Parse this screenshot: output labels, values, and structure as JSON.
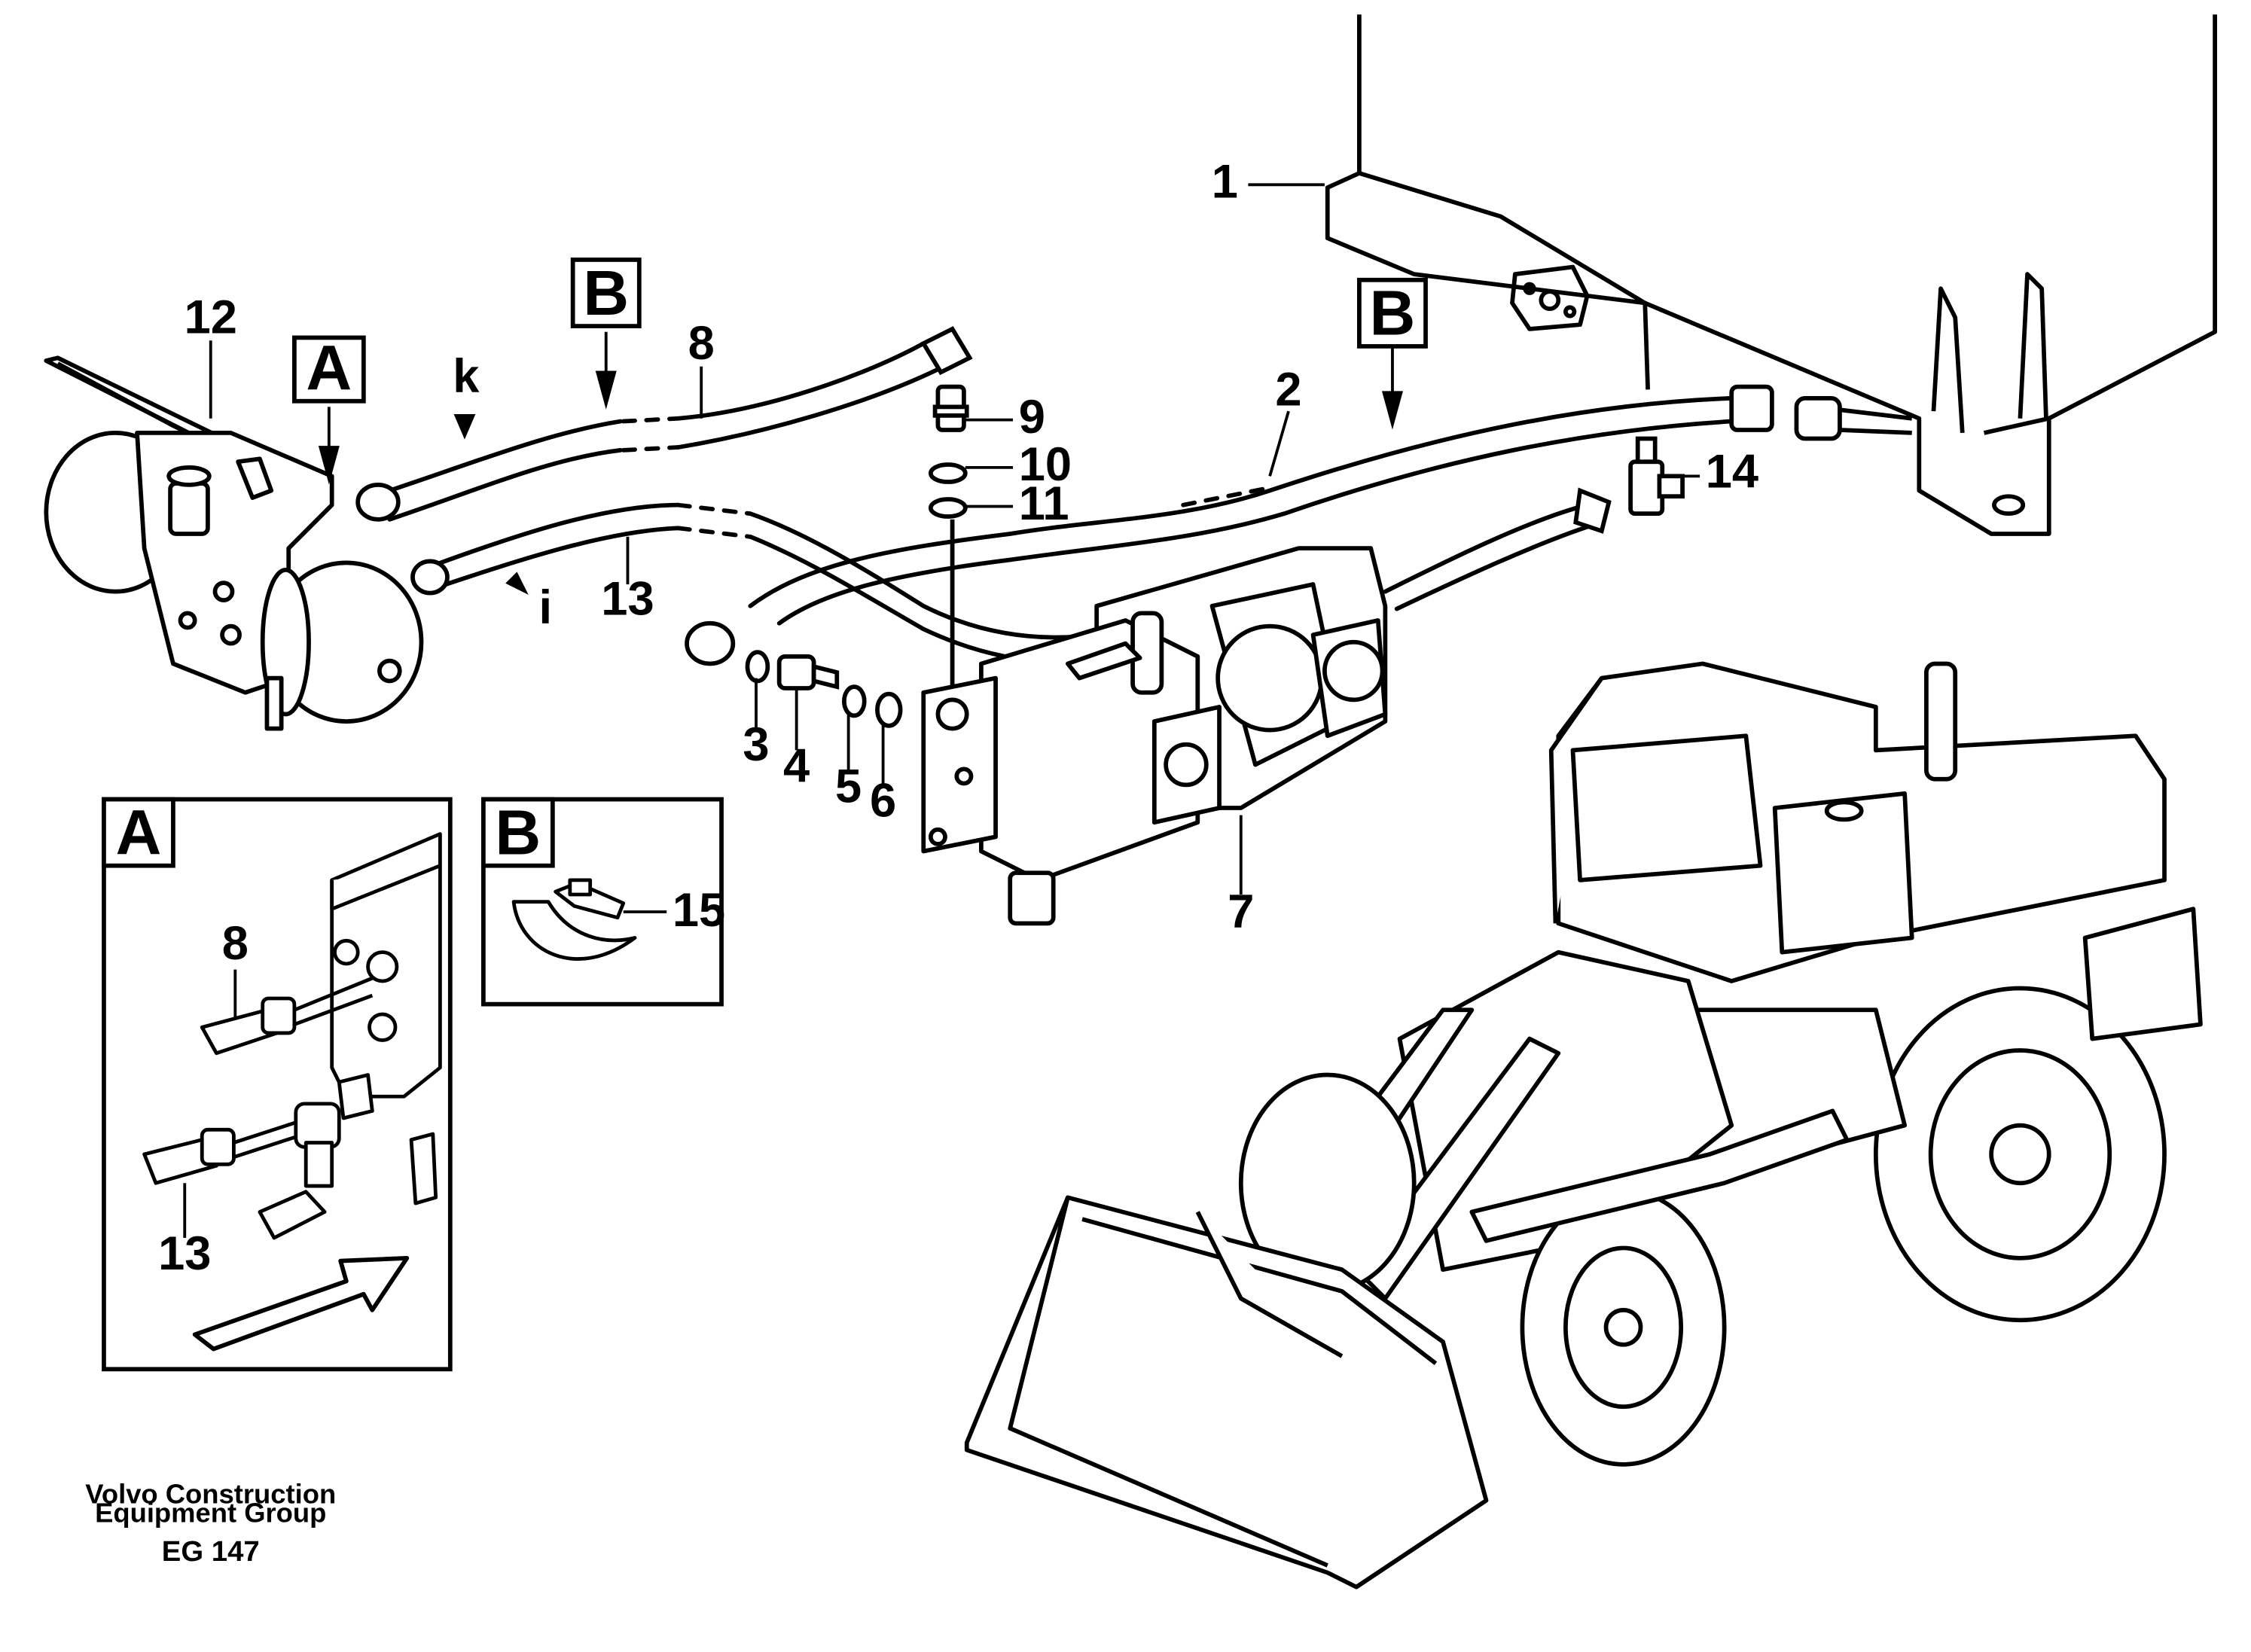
{
  "labels": {
    "p1": "1",
    "p2": "2",
    "p3": "3",
    "p4": "4",
    "p5": "5",
    "p6": "6",
    "p7": "7",
    "p8": "8",
    "p9": "9",
    "p10": "10",
    "p11": "11",
    "p12": "12",
    "p13": "13",
    "p14": "14",
    "p15": "15",
    "k": "k",
    "i": "i"
  },
  "callouts": {
    "a_main": "A",
    "b_left": "B",
    "b_right": "B"
  },
  "inset_a": {
    "title": "A",
    "label_8": "8",
    "label_13": "13"
  },
  "inset_b": {
    "title": "B",
    "label_15": "15"
  },
  "footer": {
    "company_line1": "Volvo Construction",
    "company_line2": "Equipment Group",
    "code": "EG 147"
  }
}
